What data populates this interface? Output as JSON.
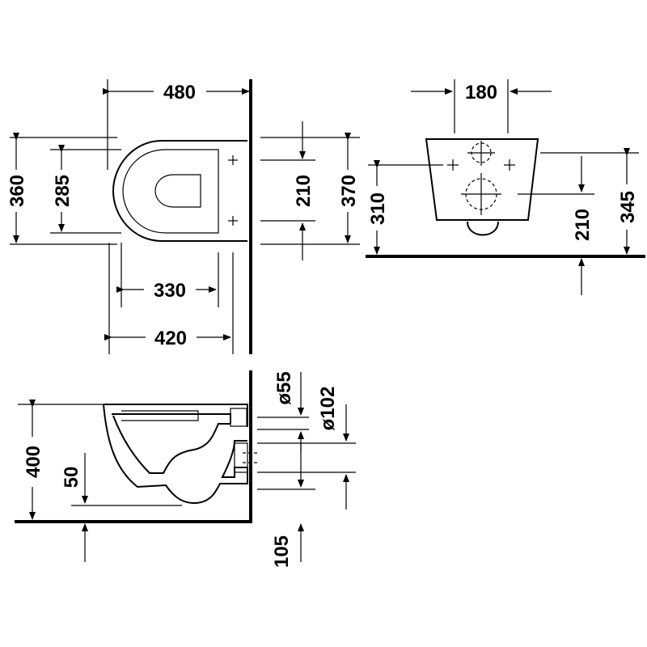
{
  "dimensions": {
    "top_width": "480",
    "top_depth_outer": "360",
    "top_depth_inner": "285",
    "top_fix_spacing": "210",
    "top_total": "370",
    "top_inner_length": "330",
    "top_overall_length": "420",
    "front_width": "180",
    "front_height_left": "310",
    "front_fix_height": "210",
    "front_height_right": "345",
    "side_height": "400",
    "side_offset": "50",
    "side_pipe_small": "ø55",
    "side_pipe_large": "ø102",
    "side_floor_gap": "105"
  }
}
